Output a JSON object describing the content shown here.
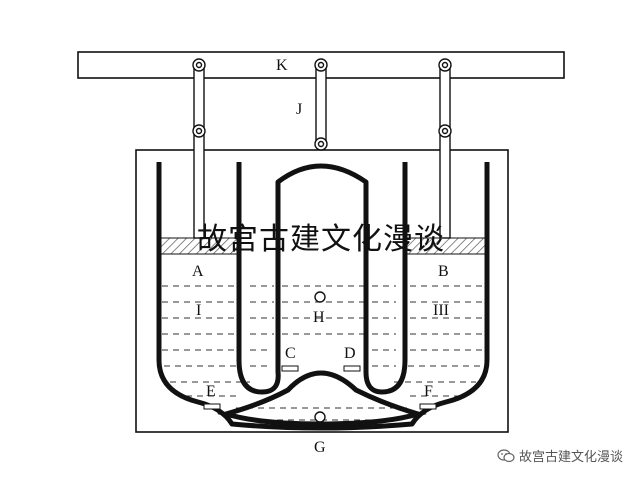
{
  "diagram": {
    "labels": {
      "K": "K",
      "J": "J",
      "A": "A",
      "B": "B",
      "I": "I",
      "H": "H",
      "III": "III",
      "C": "C",
      "D": "D",
      "E": "E",
      "F": "F",
      "G": "G"
    },
    "watermark": "故宫古建文化漫谈"
  },
  "footer": {
    "icon": "wechat-icon",
    "text": "故宫古建文化漫谈"
  },
  "colors": {
    "ink": "#111111",
    "hatch": "#555555",
    "footer_text": "#555555"
  }
}
